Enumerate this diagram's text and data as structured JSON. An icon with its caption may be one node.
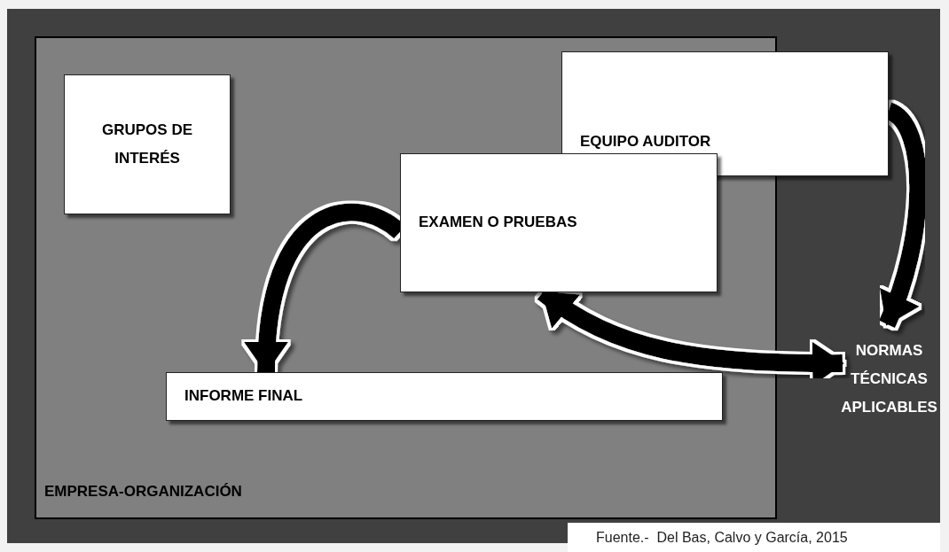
{
  "diagram": {
    "nodes": [
      {
        "text": [
          "GRUPOS DE INTERÉS"
        ]
      },
      {
        "text": [
          "EQUIPO AUDITOR"
        ]
      },
      {
        "text": [
          "EXAMEN O PRUEBAS"
        ]
      },
      {
        "text": [
          "NORMAS TÉCNICAS APLICABLES"
        ]
      },
      {
        "text": [
          "INFORME FINAL"
        ]
      },
      {
        "text": [
          "EMPRESA-ORGANIZACIÓN"
        ]
      }
    ],
    "edges": [
      {
        "from": 1,
        "to": 3,
        "arrow": "to"
      },
      {
        "from": 2,
        "to": 4,
        "arrow": "to"
      },
      {
        "from": 2,
        "to": 3,
        "arrow": "both"
      },
      {
        "from": 4,
        "to": 5,
        "arrow": "to"
      },
      {
        "from": 5,
        "to": 0,
        "arrow": "to"
      }
    ],
    "labels": [
      "Fuente.-  Del Bas, Calvo y García, 2015"
    ]
  }
}
